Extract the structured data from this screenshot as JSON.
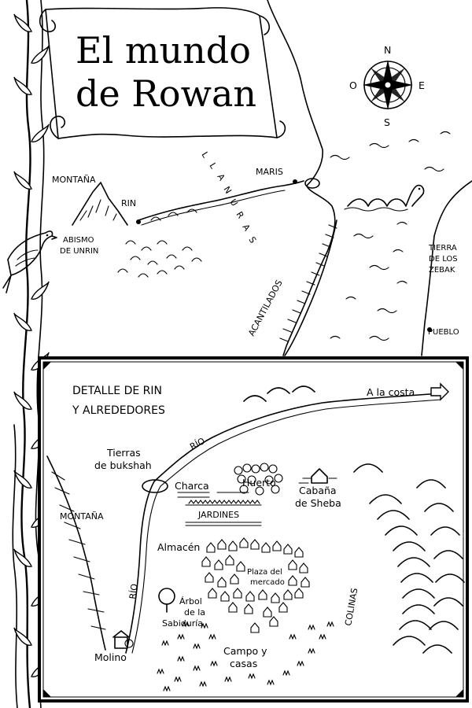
{
  "title": {
    "line1": "El mundo",
    "line2": "de Rowan"
  },
  "compass": {
    "north": "N",
    "south": "S",
    "east": "E",
    "west": "O"
  },
  "world_map": {
    "mountain": "MONTAÑA",
    "rin": "RIN",
    "abyss_line1": "ABISMO",
    "abyss_line2": "DE UNRIN",
    "plains_letters": [
      "L",
      "L",
      "A",
      "N",
      "U",
      "R",
      "A",
      "S"
    ],
    "maris": "MARIS",
    "cliffs": "ACANTILADOS",
    "zebak_line1": "TIERRA",
    "zebak_line2": "DE LOS",
    "zebak_line3": "ZEBAK",
    "town": "PUEBLO"
  },
  "inset": {
    "heading_line1": "DETALLE DE RIN",
    "heading_line2": "Y ALREDEDORES",
    "to_coast": "A la costa",
    "river_top": "RÍO",
    "river_left": "RÍO",
    "bukshah_line1": "Tierras",
    "bukshah_line2": "de bukshah",
    "pond": "Charca",
    "orchard": "Huerto",
    "sheba_line1": "Cabaña",
    "sheba_line2": "de Sheba",
    "gardens": "JARDINES",
    "mountain": "MONTAÑA",
    "storehouse": "Almacén",
    "market_line1": "Plaza del",
    "market_line2": "mercado",
    "tree_line1": "Árbol",
    "tree_line2": "de la",
    "tree_line3": "Sabiduría",
    "hills": "COLINAS",
    "mill": "Molino",
    "fields_line1": "Campo y",
    "fields_line2": "casas"
  }
}
